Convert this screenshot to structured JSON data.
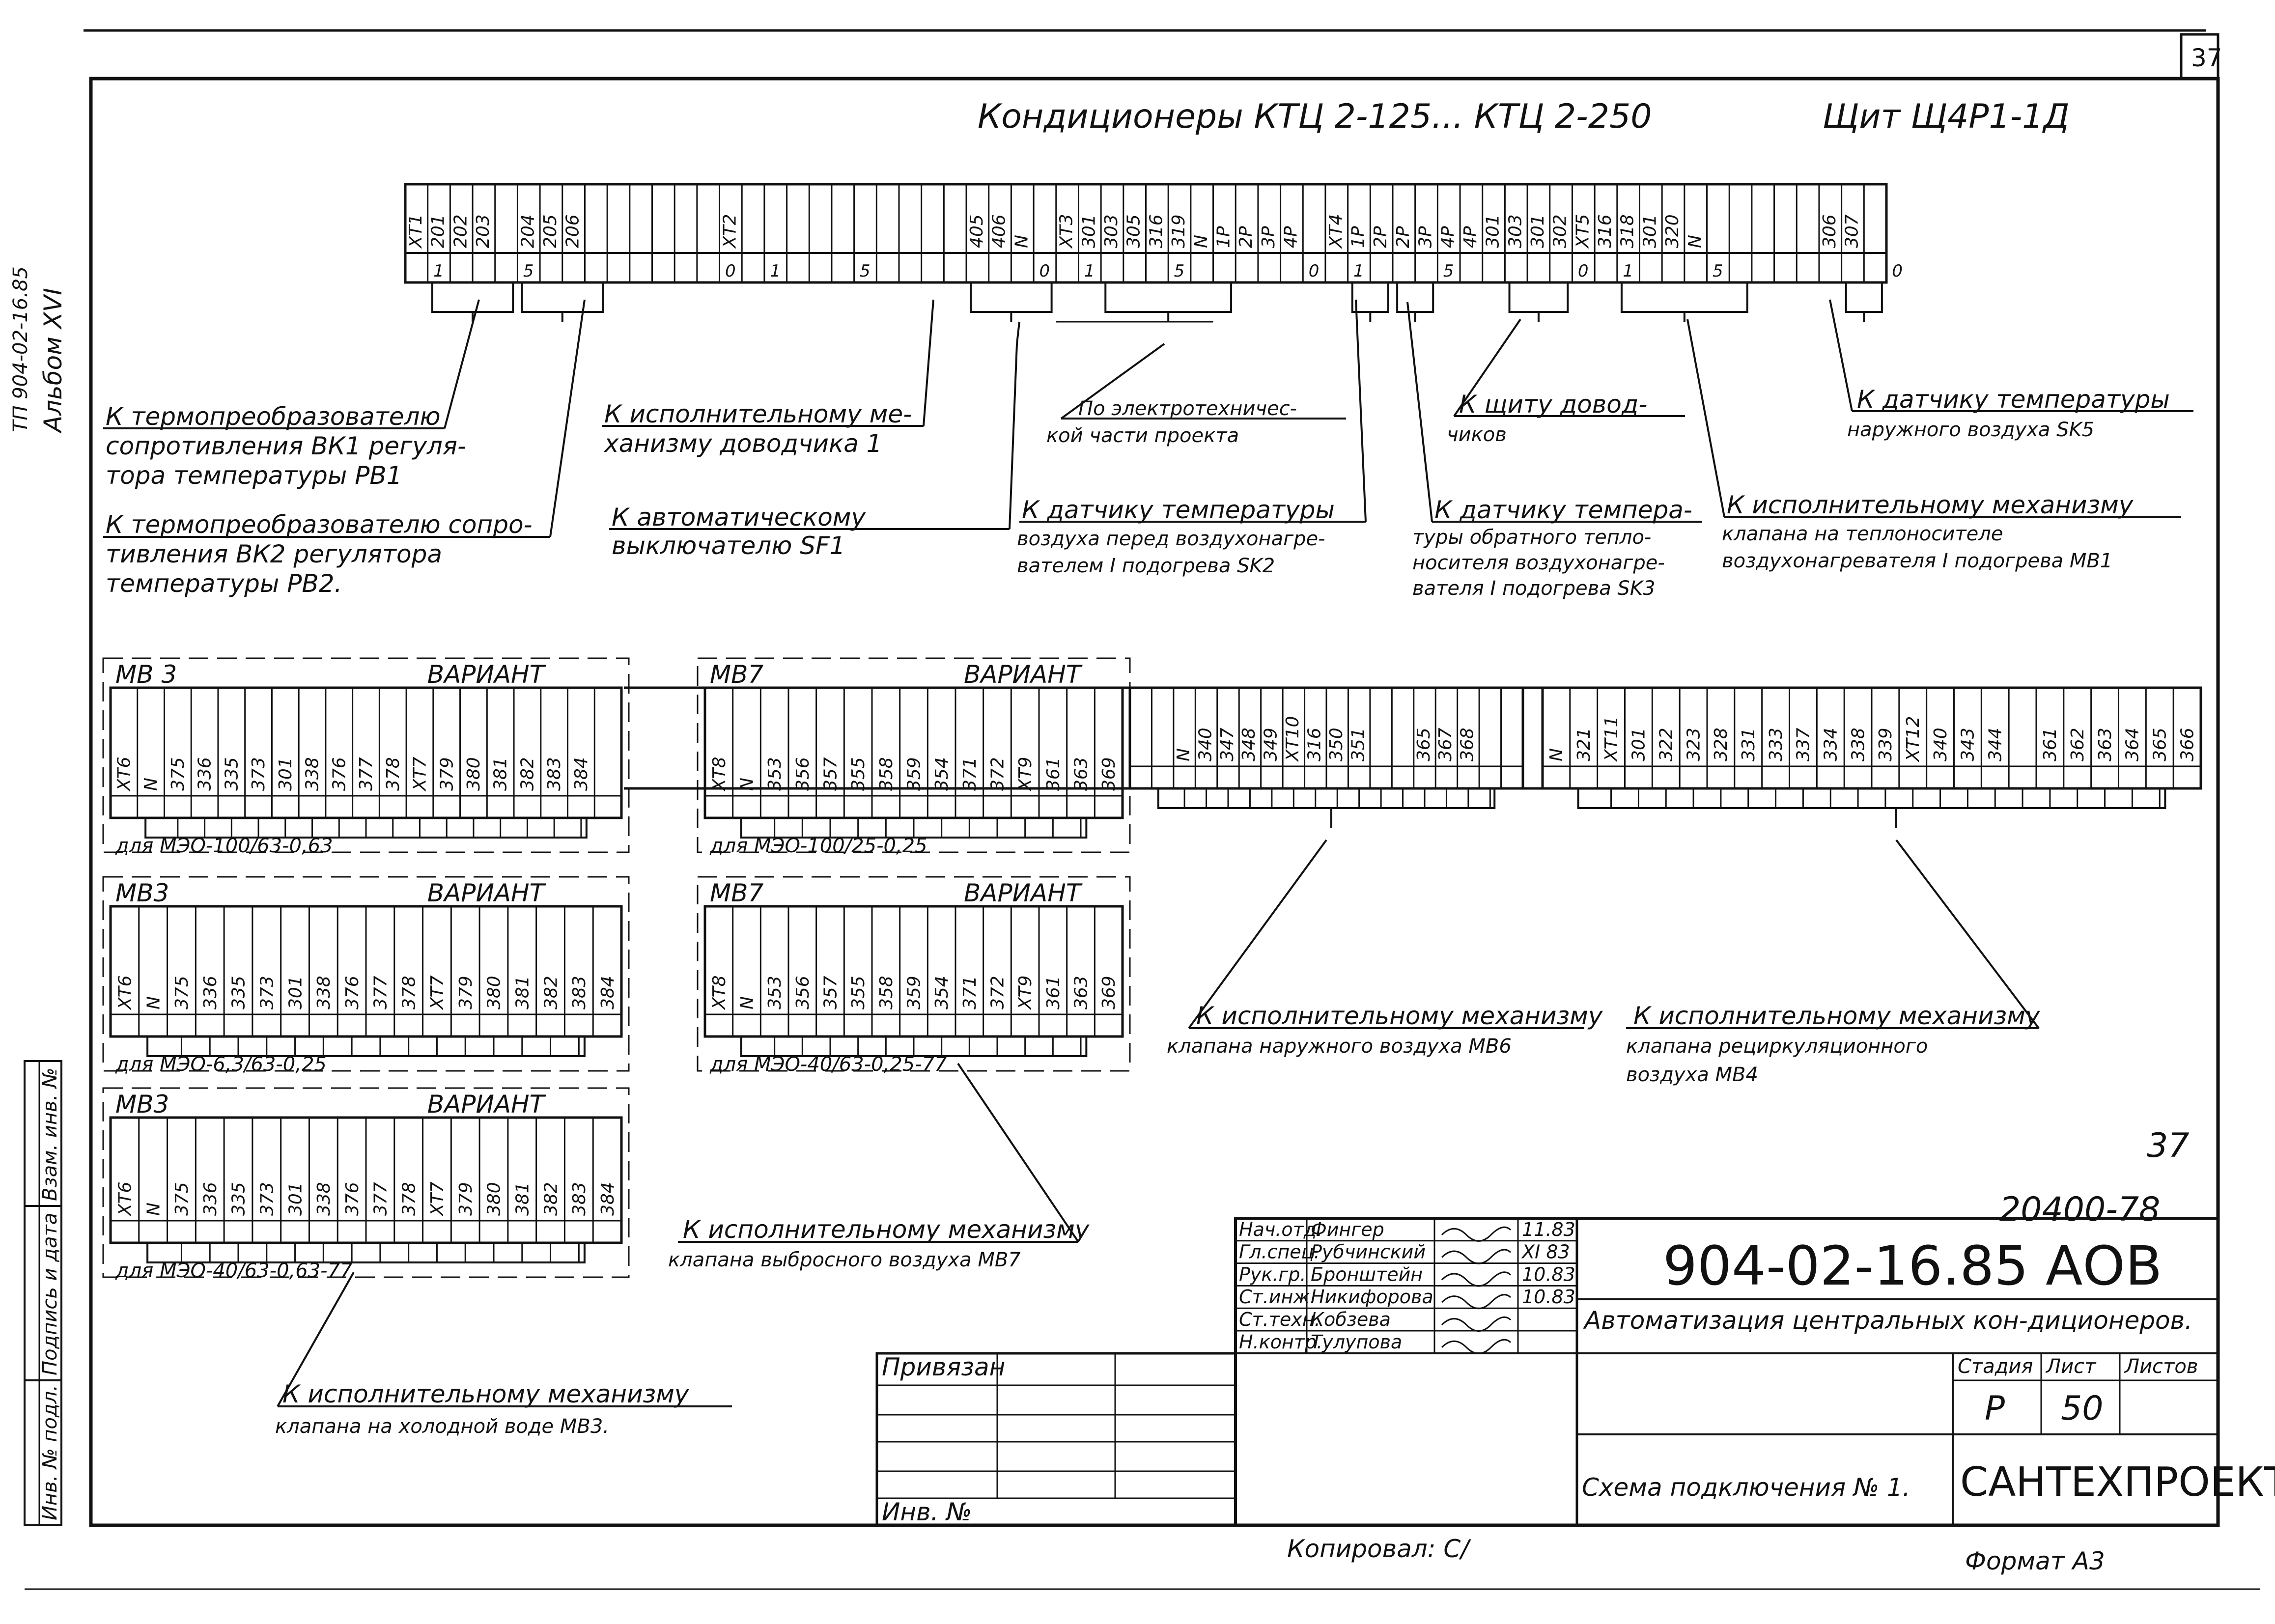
{
  "sheet": {
    "page_number": "37",
    "page_number_2": "37",
    "archive_number": "20400-78",
    "side_note_1": "ТП 904-02-16.85",
    "side_note_2": "Альбом XVI",
    "copied": "Копировал: С/",
    "format": "Формат А3"
  },
  "header": {
    "title_left": "Кондиционеры КТЦ 2-125... КТЦ 2-250",
    "title_right": "Щит Щ4Р1-1Д"
  },
  "top_strip": {
    "cells": [
      "ХТ1",
      "201",
      "202",
      "203",
      "",
      "204",
      "205",
      "206",
      "",
      "",
      "",
      "",
      "",
      "",
      "ХТ2",
      "",
      "",
      "",
      "",
      "",
      "",
      "",
      "",
      "",
      "",
      "405",
      "406",
      "N",
      "",
      "ХТ3",
      "301",
      "303",
      "305",
      "316",
      "319",
      "N",
      "1Р",
      "2Р",
      "3Р",
      "4Р",
      "",
      "ХТ4",
      "1Р",
      "2Р",
      "2Р",
      "3Р",
      "4Р",
      "4Р",
      "301",
      "303",
      "301",
      "302",
      "ХТ5",
      "316",
      "318",
      "301",
      "320",
      "N",
      "",
      "",
      "",
      "",
      "",
      "306",
      "307",
      ""
    ],
    "counts": [
      {
        "i": 1,
        "v": "1"
      },
      {
        "i": 5,
        "v": "5"
      },
      {
        "i": 14,
        "v": "0"
      },
      {
        "i": 16,
        "v": "1"
      },
      {
        "i": 20,
        "v": "5"
      },
      {
        "i": 28,
        "v": "0"
      },
      {
        "i": 30,
        "v": "1"
      },
      {
        "i": 34,
        "v": "5"
      },
      {
        "i": 40,
        "v": "0"
      },
      {
        "i": 42,
        "v": "1"
      },
      {
        "i": 46,
        "v": "5"
      },
      {
        "i": 52,
        "v": "0"
      },
      {
        "i": 54,
        "v": "1"
      },
      {
        "i": 58,
        "v": "5"
      },
      {
        "i": 66,
        "v": "0"
      }
    ]
  },
  "annotations": {
    "a1": [
      "К термопреобразователю",
      "сопротивления ВК1 регуля-",
      "тора температуры РВ1"
    ],
    "a2": [
      "К термопреобразователю сопро-",
      "тивления ВК2 регулятора",
      "температуры РВ2."
    ],
    "a3": [
      "К исполнительному ме-",
      "ханизму доводчика   1"
    ],
    "a4": [
      "К автоматическому",
      "выключателю SF1"
    ],
    "a5": [
      "По электротехничес-",
      "кой части проекта"
    ],
    "a6": [
      "К датчику температуры",
      "воздуха перед воздухонагре-",
      "вателем I подогрева SK2"
    ],
    "a7": [
      "К щиту довод-",
      "чиков"
    ],
    "a8": [
      "К датчику темпера-",
      "туры обратного тепло-",
      "носителя воздухонагре-",
      "вателя I подогрева SK3"
    ],
    "a9": [
      "К датчику температуры",
      "наружного воздуха SK5"
    ],
    "a10": [
      "К исполнительному механизму",
      "клапана на теплоносителе",
      "воздухонагревателя I подогрева МВ1"
    ],
    "a11": [
      "К исполнительному механизму",
      "клапана наружного воздуха МВ6"
    ],
    "a12": [
      "К исполнительному механизму",
      "клапана рециркуляционного",
      "воздуха МВ4"
    ],
    "a13": [
      "К исполнительному механизму",
      "клапана выбросного воздуха МВ7"
    ],
    "a14": [
      "К исполнительному механизму",
      "клапана на холодной воде МВ3."
    ]
  },
  "blocks": {
    "mv3a": {
      "tag": "МВ 3",
      "variant": "ВАРИАНТ",
      "cells": [
        "ХТ6",
        "N",
        "375",
        "336",
        "335",
        "373",
        "301",
        "338",
        "376",
        "377",
        "378",
        "ХТ7",
        "379",
        "380",
        "381",
        "382",
        "383",
        "384",
        ""
      ],
      "note": "для МЭО-100/63-0,63"
    },
    "mv3b": {
      "tag": "МВ3",
      "variant": "ВАРИАНТ",
      "cells": [
        "ХТ6",
        "N",
        "375",
        "336",
        "335",
        "373",
        "301",
        "338",
        "376",
        "377",
        "378",
        "ХТ7",
        "379",
        "380",
        "381",
        "382",
        "383",
        "384"
      ],
      "note": "для МЭО-6,3/63-0,25"
    },
    "mv3c": {
      "tag": "МВ3",
      "variant": "ВАРИАНТ",
      "cells": [
        "ХТ6",
        "N",
        "375",
        "336",
        "335",
        "373",
        "301",
        "338",
        "376",
        "377",
        "378",
        "ХТ7",
        "379",
        "380",
        "381",
        "382",
        "383",
        "384"
      ],
      "note": "для МЭО-40/63-0,63-77"
    },
    "mv7a": {
      "tag": "МВ7",
      "variant": "ВАРИАНТ",
      "cells": [
        "ХТ8",
        "N",
        "353",
        "356",
        "357",
        "355",
        "358",
        "359",
        "354",
        "371",
        "372",
        "ХТ9",
        "361",
        "363",
        "369"
      ],
      "note": "для МЭО-100/25-0,25"
    },
    "mv7b": {
      "tag": "МВ7",
      "variant": "ВАРИАНТ",
      "cells": [
        "ХТ8",
        "N",
        "353",
        "356",
        "357",
        "355",
        "358",
        "359",
        "354",
        "371",
        "372",
        "ХТ9",
        "361",
        "363",
        "369"
      ],
      "note": "для МЭО-40/63-0,25-77"
    },
    "mv6": {
      "cells": [
        "",
        "",
        "N",
        "340",
        "347",
        "348",
        "349",
        "ХТ10",
        "316",
        "350",
        "351",
        "",
        "",
        "365",
        "367",
        "368",
        "",
        ""
      ]
    },
    "mv4": {
      "cells": [
        "N",
        "321",
        "ХТ11",
        "301",
        "322",
        "323",
        "328",
        "331",
        "333",
        "337",
        "334",
        "338",
        "339",
        "ХТ12",
        "340",
        "343",
        "344",
        "",
        "361",
        "362",
        "363",
        "364",
        "365",
        "366"
      ]
    }
  },
  "title_block": {
    "signers": [
      {
        "role": "Нач.отд.",
        "name": "Фингер",
        "date": "11.83"
      },
      {
        "role": "Гл.спец.",
        "name": "Рубчинский",
        "date": "XI 83"
      },
      {
        "role": "Рук.гр.",
        "name": "Бронштейн",
        "date": "10.83"
      },
      {
        "role": "Ст.инж.",
        "name": "Никифорова",
        "date": "10.83"
      },
      {
        "role": "Ст.техн.",
        "name": "Кобзева",
        "date": ""
      },
      {
        "role": "Н.контр.",
        "name": "Тулупова",
        "date": ""
      }
    ],
    "linked": "Привязан",
    "inv": "Инв. №",
    "project_code": "904-02-16.85 АОВ",
    "description": "Автоматизация центральных кон-диционеров.",
    "sheet_name": "Схема подключения № 1.",
    "stage_label": "Стадия",
    "sheet_label": "Лист",
    "sheets_label": "Листов",
    "stage": "Р",
    "sheet_no": "50",
    "organization": "САНТЕХПРОЕКТ"
  },
  "left_strip": [
    "Взам. инв. №",
    "Подпись и дата",
    "Инв. № подл."
  ]
}
